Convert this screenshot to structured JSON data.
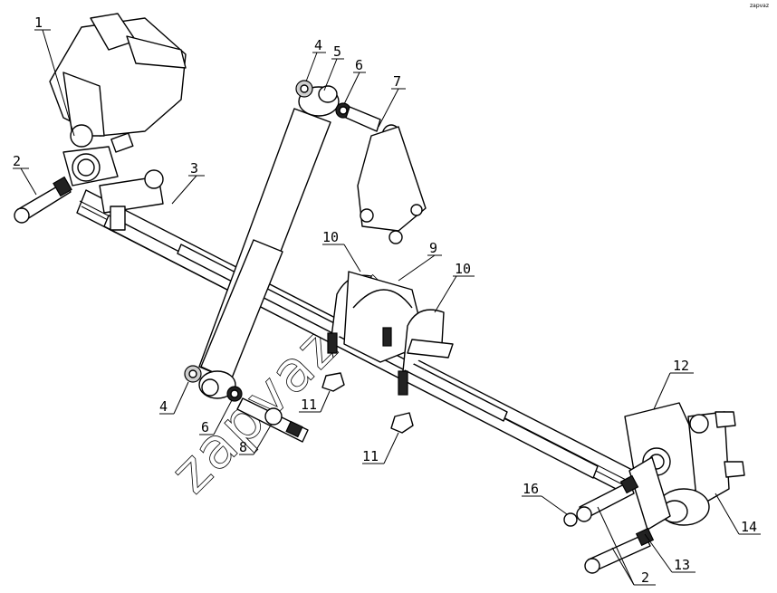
{
  "watermark": "zapvaz.ru",
  "corner_mark": "zapvaz",
  "callouts": [
    {
      "id": "c1",
      "text": "1"
    },
    {
      "id": "c2a",
      "text": "2"
    },
    {
      "id": "c2b",
      "text": "2"
    },
    {
      "id": "c3",
      "text": "3"
    },
    {
      "id": "c4a",
      "text": "4"
    },
    {
      "id": "c4b",
      "text": "4"
    },
    {
      "id": "c5",
      "text": "5"
    },
    {
      "id": "c6a",
      "text": "6"
    },
    {
      "id": "c6b",
      "text": "6"
    },
    {
      "id": "c7",
      "text": "7"
    },
    {
      "id": "c8",
      "text": "8"
    },
    {
      "id": "c9",
      "text": "9"
    },
    {
      "id": "c10a",
      "text": "10"
    },
    {
      "id": "c10b",
      "text": "10"
    },
    {
      "id": "c11a",
      "text": "11"
    },
    {
      "id": "c11b",
      "text": "11"
    },
    {
      "id": "c12",
      "text": "12"
    },
    {
      "id": "c13",
      "text": "13"
    },
    {
      "id": "c14",
      "text": "14"
    },
    {
      "id": "c16",
      "text": "16"
    }
  ]
}
